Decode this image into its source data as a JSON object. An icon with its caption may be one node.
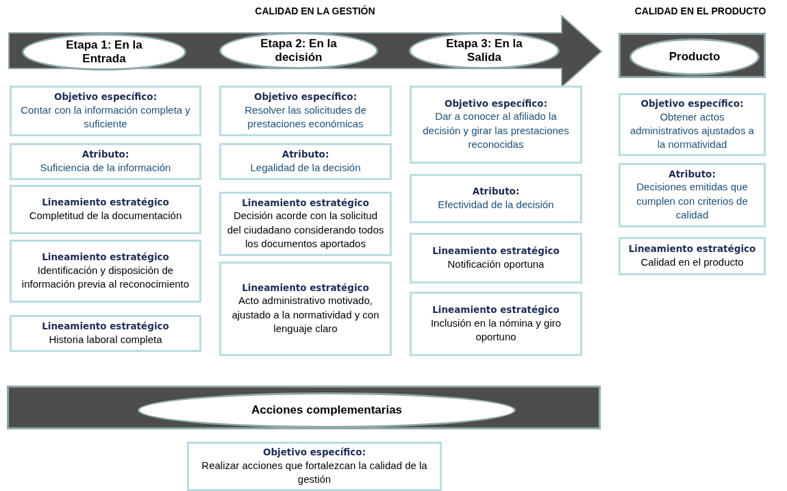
{
  "diagram": {
    "nodes": [
      {
        "text": [],
        "shape": "arrow"
      },
      {
        "text": [
          "Etapa 1: En la Entrada"
        ],
        "in": 0
      },
      {
        "text": [
          "Etapa 2: En la decisión"
        ],
        "in": 0
      },
      {
        "text": [
          "Etapa 3: En la Salida"
        ],
        "in": 0
      },
      {
        "text": [],
        "shape": "box"
      },
      {
        "text": [
          "Producto"
        ],
        "in": 4
      },
      {
        "text": [
          "Objetivo específico:",
          "Contar con la información completa y suficiente"
        ]
      },
      {
        "text": [
          "Atributo:",
          "Suficiencia de la información"
        ]
      },
      {
        "text": [
          "Lineamiento estratégico",
          "Completitud de la documentación"
        ]
      },
      {
        "text": [
          "Lineamiento estratégico",
          "Identificación y disposición de información previa al reconocimiento"
        ]
      },
      {
        "text": [
          "Lineamiento estratégico",
          "Historia laboral completa"
        ]
      },
      {
        "text": [
          "Objetivo específico:",
          "Resolver las solicitudes de prestaciones económicas"
        ]
      },
      {
        "text": [
          "Atributo:",
          "Legalidad de la decisión"
        ]
      },
      {
        "text": [
          "Lineamiento estratégico",
          "Decisión acorde con la solicitud del ciudadano considerando todos los documentos aportados"
        ]
      },
      {
        "text": [
          "Lineamiento estratégico",
          "Acto administrativo motivado, ajustado a la normatividad y con lenguaje claro"
        ]
      },
      {
        "text": [
          "Objetivo específico:",
          "Dar  a conocer al afiliado la decisión y girar las prestaciones reconocidas"
        ]
      },
      {
        "text": [
          "Atributo:",
          "Efectividad de la decisión"
        ]
      },
      {
        "text": [
          "Lineamiento estratégico",
          "Notificación oportuna"
        ]
      },
      {
        "text": [
          "Lineamiento estratégico",
          "Inclusión en la nómina y giro oportuno"
        ]
      },
      {
        "text": [
          "Objetivo específico:",
          "Obtener actos administrativos ajustados a la normatividad"
        ]
      },
      {
        "text": [
          "Atributo:",
          "Decisiones emitidas que cumplen con criterios de calidad"
        ]
      },
      {
        "text": [
          "Lineamiento estratégico",
          "Calidad en el producto"
        ]
      },
      {
        "text": [],
        "shape": "box"
      },
      {
        "text": [
          "Acciones complementarias"
        ],
        "in": 22
      },
      {
        "text": [
          "Objetivo específico:",
          "Realizar acciones que fortalezcan la calidad de la gestión"
        ]
      }
    ],
    "labels": [
      "CALIDAD EN LA GESTIÓN",
      "CALIDAD EN EL PRODUCTO"
    ]
  }
}
